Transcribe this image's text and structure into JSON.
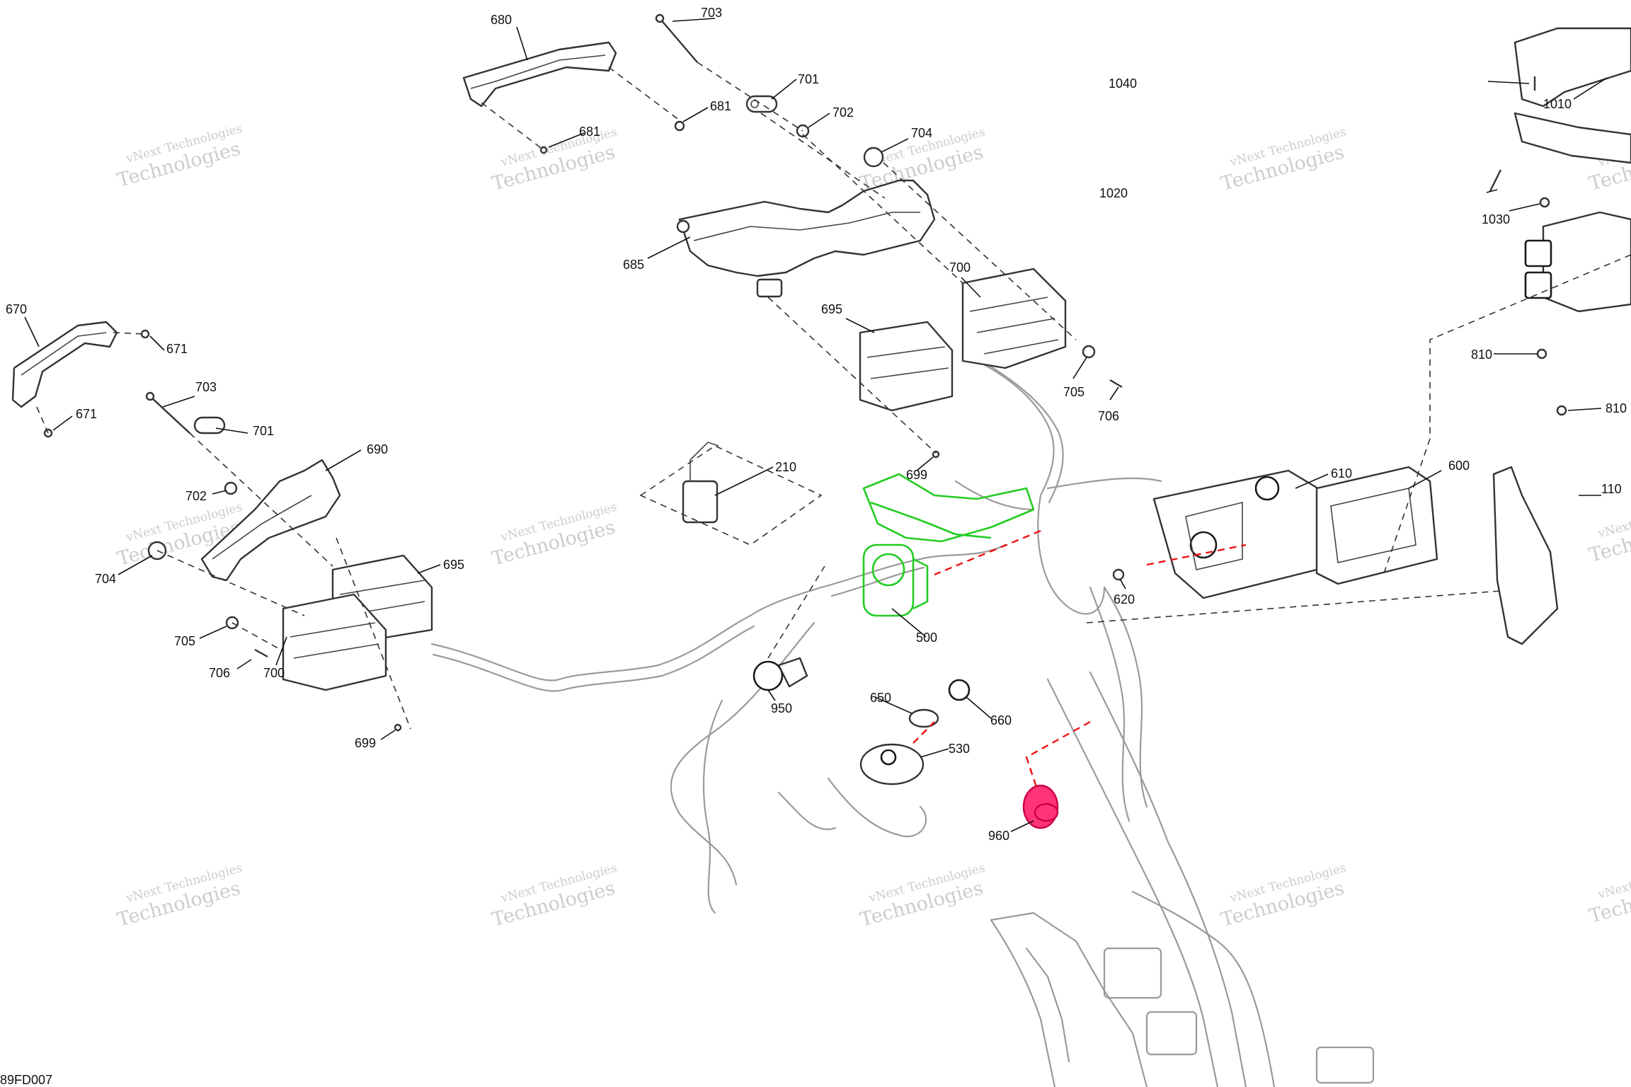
{
  "diagram": {
    "reference_code": "89FD007",
    "watermark": {
      "line1": "vNext Technologies",
      "line2": "vNext",
      "line3": "Technologies"
    },
    "callouts": [
      {
        "id": "680",
        "label": "680"
      },
      {
        "id": "703-top",
        "label": "703"
      },
      {
        "id": "701-top",
        "label": "701"
      },
      {
        "id": "681-right",
        "label": "681"
      },
      {
        "id": "702-top",
        "label": "702"
      },
      {
        "id": "681-left",
        "label": "681"
      },
      {
        "id": "704-top",
        "label": "704"
      },
      {
        "id": "685",
        "label": "685"
      },
      {
        "id": "700-top",
        "label": "700"
      },
      {
        "id": "695-top",
        "label": "695"
      },
      {
        "id": "705-top",
        "label": "705"
      },
      {
        "id": "706-top",
        "label": "706"
      },
      {
        "id": "699-top",
        "label": "699"
      },
      {
        "id": "670",
        "label": "670"
      },
      {
        "id": "671-a",
        "label": "671"
      },
      {
        "id": "671-b",
        "label": "671"
      },
      {
        "id": "703-left",
        "label": "703"
      },
      {
        "id": "701-left",
        "label": "701"
      },
      {
        "id": "690",
        "label": "690"
      },
      {
        "id": "702-left",
        "label": "702"
      },
      {
        "id": "704-left",
        "label": "704"
      },
      {
        "id": "695-left",
        "label": "695"
      },
      {
        "id": "705-left",
        "label": "705"
      },
      {
        "id": "706-left",
        "label": "706"
      },
      {
        "id": "700-left",
        "label": "700"
      },
      {
        "id": "699-left",
        "label": "699"
      },
      {
        "id": "210",
        "label": "210"
      },
      {
        "id": "500",
        "label": "500"
      },
      {
        "id": "950",
        "label": "950"
      },
      {
        "id": "650",
        "label": "650"
      },
      {
        "id": "660",
        "label": "660"
      },
      {
        "id": "530",
        "label": "530"
      },
      {
        "id": "960",
        "label": "960"
      },
      {
        "id": "610",
        "label": "610"
      },
      {
        "id": "600",
        "label": "600"
      },
      {
        "id": "620",
        "label": "620"
      },
      {
        "id": "1040",
        "label": "1040"
      },
      {
        "id": "1010",
        "label": "1010"
      },
      {
        "id": "1020",
        "label": "1020"
      },
      {
        "id": "1030",
        "label": "1030"
      },
      {
        "id": "810-a",
        "label": "810"
      },
      {
        "id": "810-b",
        "label": "810"
      },
      {
        "id": "110",
        "label": "110"
      }
    ],
    "highlight_colors": {
      "green": "#22cc22",
      "red": "#ee1111",
      "pink": "#ff3377"
    }
  }
}
